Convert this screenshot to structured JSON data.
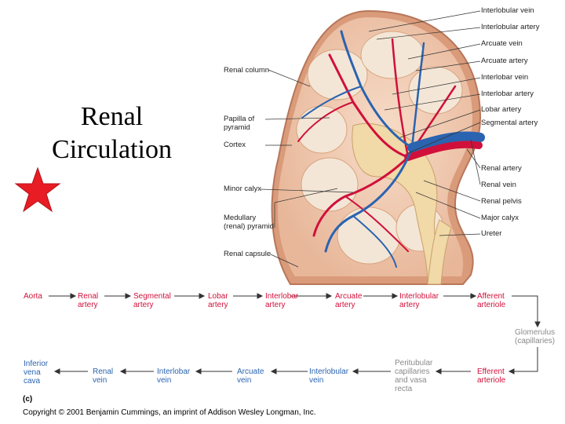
{
  "title": {
    "line1": "Renal",
    "line2": "Circulation"
  },
  "colors": {
    "artery": "#d0103a",
    "vein": "#2a63b0",
    "capillary": "#8a8a8a",
    "star": "#e81c24"
  },
  "anatomy_labels_right": [
    "Interlobular vein",
    "Interlobular artery",
    "Arcuate vein",
    "Arcuate artery",
    "Interlobar vein",
    "Interlobar artery",
    "Lobar artery",
    "Segmental artery",
    "Renal artery",
    "Renal vein",
    "Renal pelvis",
    "Major calyx",
    "Ureter"
  ],
  "anatomy_labels_left": [
    "Renal column",
    "Papilla of\npyramid",
    "Cortex",
    "Minor calyx",
    "Medullary\n(renal) pyramid",
    "Renal capsule"
  ],
  "flow_top": [
    "Aorta",
    "Renal\nartery",
    "Segmental\nartery",
    "Lobar\nartery",
    "Interlobar\nartery",
    "Arcuate\nartery",
    "Interlobular\nartery",
    "Afferent\narteriole"
  ],
  "flow_middle": "Glomerulus\n(capillaries)",
  "flow_bottom": [
    "Inferior\nvena\ncava",
    "Renal\nvein",
    "Interlobar\nvein",
    "Arcuate\nvein",
    "Interlobular\nvein",
    "Peritubular\ncapillaries\nand vasa\nrecta",
    "Efferent\narteriole"
  ],
  "panel_label": "(c)",
  "copyright": "Copyright © 2001 Benjamin Cummings, an imprint of Addison Wesley Longman, Inc."
}
